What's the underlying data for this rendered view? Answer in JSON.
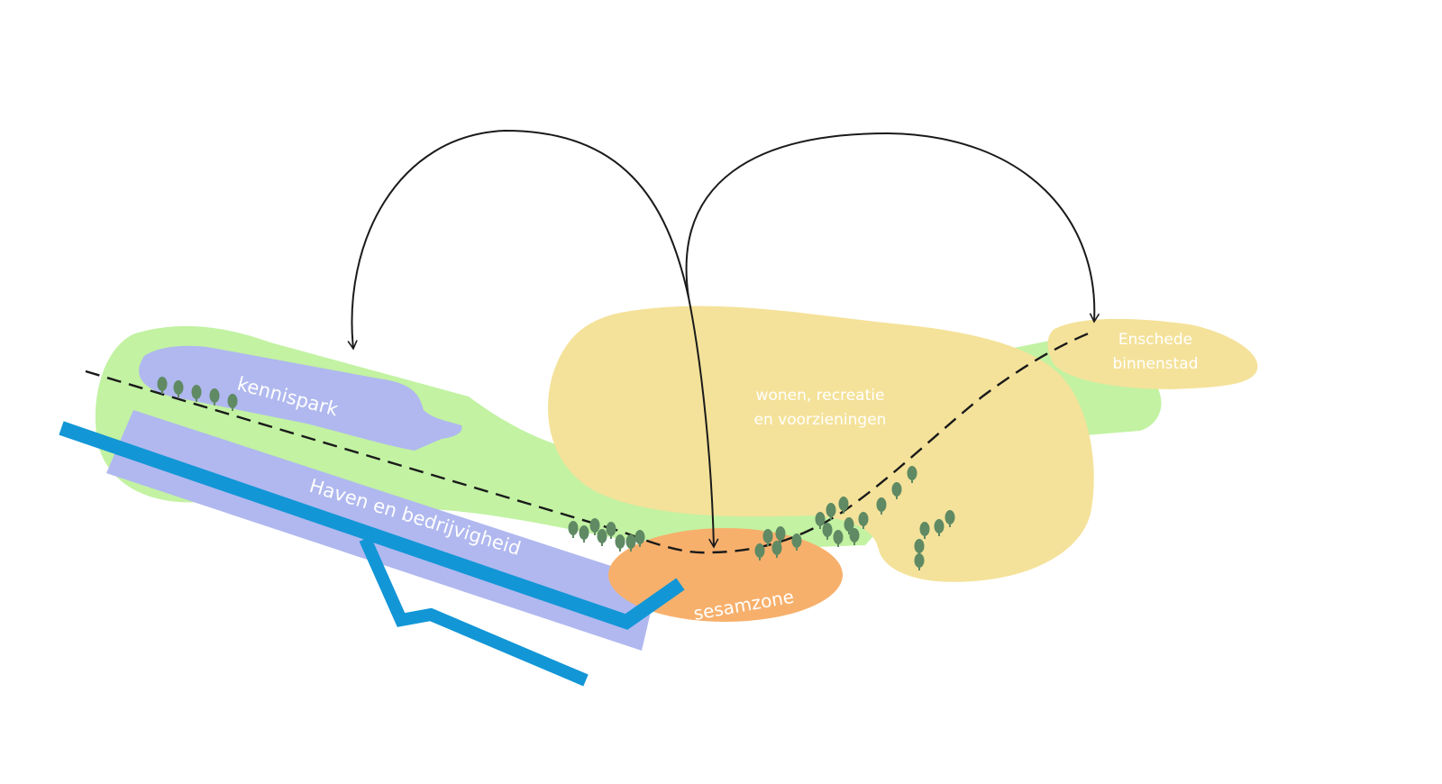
{
  "labels": {
    "kennispark": "kennispark",
    "haven": "Haven en bedrijvigheid",
    "wonen_line1": "wonen, recreatie",
    "wonen_line2": "en voorzieningen",
    "enschede_line1": "Enschede",
    "enschede_line2": "binnenstad",
    "sesamzone": "sesamzone"
  },
  "colors": {
    "green_zone": "#c2f2a2",
    "kennispark": "#b0b8ef",
    "haven": "#b0b8ef",
    "wonen": "#f4e29a",
    "sesamzone": "#f7b06c",
    "canal": "#1296d6",
    "tree": "#5f8a63",
    "route": "#1a1a1a"
  }
}
